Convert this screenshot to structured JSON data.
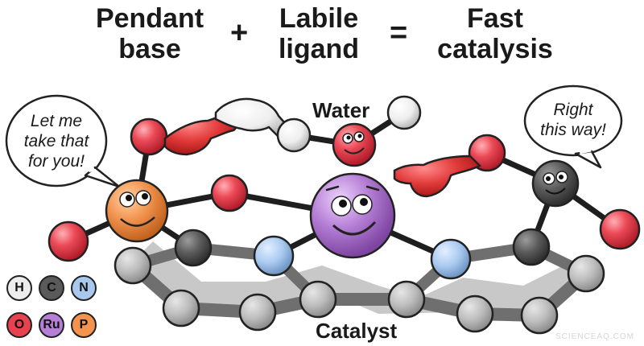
{
  "equation": {
    "term1": "Pendant\nbase",
    "plus": "+",
    "term2": "Labile\nligand",
    "equals": "=",
    "result": "Fast\ncatalysis"
  },
  "labels": {
    "water": "Water",
    "catalyst": "Catalyst"
  },
  "bubbles": {
    "left": "Let me\ntake that\nfor you!",
    "right": "Right\nthis way!"
  },
  "legend": [
    {
      "symbol": "H",
      "color": "#ededed"
    },
    {
      "symbol": "C",
      "color": "#5a5a5a"
    },
    {
      "symbol": "N",
      "color": "#a9c8ee"
    },
    {
      "symbol": "O",
      "color": "#e8414f"
    },
    {
      "symbol": "Ru",
      "color": "#b57fd6"
    },
    {
      "symbol": "P",
      "color": "#f29450"
    }
  ],
  "watermark": "SCIENCEAQ.COM",
  "colors": {
    "hydrogen": "#ededed",
    "carbon_dark": "#5a5a5a",
    "carbon_light": "#b9b9b9",
    "nitrogen": "#a9c8ee",
    "oxygen": "#e8414f",
    "ruthenium": "#b57fd6",
    "phosphorus": "#f29450",
    "hand_red": "#e23a3a"
  }
}
